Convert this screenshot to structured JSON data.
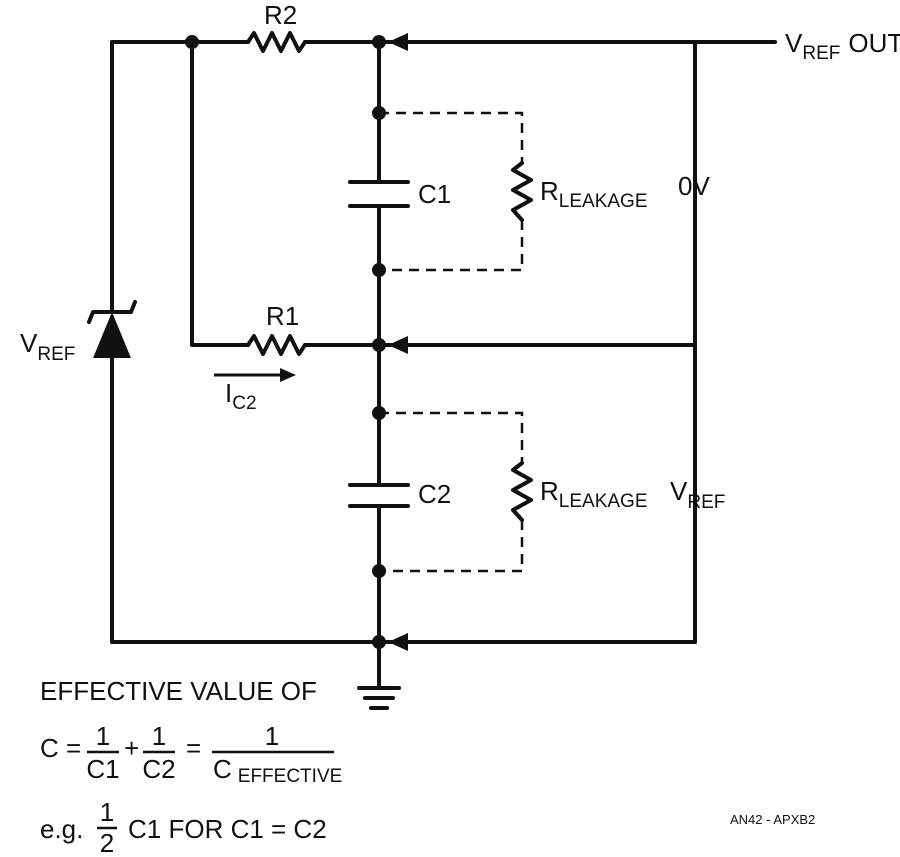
{
  "labels": {
    "r2": "R2",
    "r1": "R1",
    "c1": "C1",
    "c2": "C2",
    "vref_out_main": "V",
    "vref_out_sub": "REF",
    "vref_out_tail": "OUT",
    "zero_v": "0V",
    "vref_left_main": "V",
    "vref_left_sub": "REF",
    "vref_right_main": "V",
    "vref_right_sub": "REF",
    "rleak_top_main": "R",
    "rleak_top_sub": "LEAKAGE",
    "rleak_bot_main": "R",
    "rleak_bot_sub": "LEAKAGE",
    "ic2_main": "I",
    "ic2_sub": "C2"
  },
  "formula": {
    "heading": "EFFECTIVE VALUE OF",
    "c_equals": "C =",
    "one_a": "1",
    "c1": "C1",
    "plus": "+",
    "one_b": "1",
    "c2": "C2",
    "equals": "=",
    "one_c": "1",
    "c_eff_main": "C",
    "c_eff_sub": "EFFECTIVE",
    "eg": "e.g.",
    "half_num": "1",
    "half_den": "2",
    "eg_tail": "C1 FOR C1 = C2"
  },
  "figure_id": "AN42 - APXB2"
}
